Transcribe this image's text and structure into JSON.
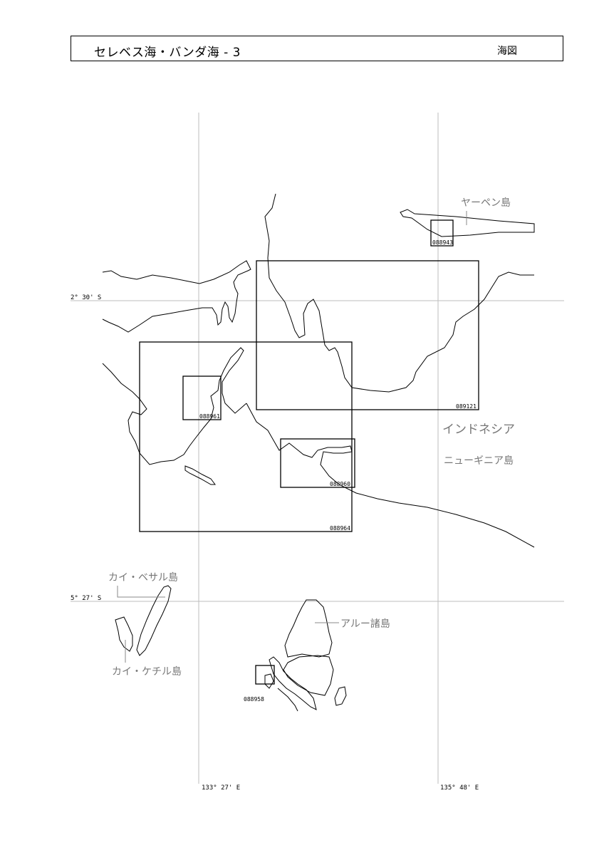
{
  "header": {
    "title": "セレベス海・バンダ海 - 3",
    "kind": "海図"
  },
  "grid": {
    "lat_labels": [
      "2° 30' S",
      "5° 27' S"
    ],
    "lon_labels": [
      "133° 27' E",
      "135° 48' E"
    ]
  },
  "charts": [
    {
      "id": "088943"
    },
    {
      "id": "089121"
    },
    {
      "id": "088961"
    },
    {
      "id": "088960"
    },
    {
      "id": "088964"
    },
    {
      "id": "088958"
    }
  ],
  "places": {
    "yapen": "ヤーペン島",
    "indonesia": "インドネシア",
    "new_guinea": "ニューギニア島",
    "kai_besar": "カイ・ベサル島",
    "kai_kecil": "カイ・ケチル島",
    "aru": "アルー諸島"
  }
}
